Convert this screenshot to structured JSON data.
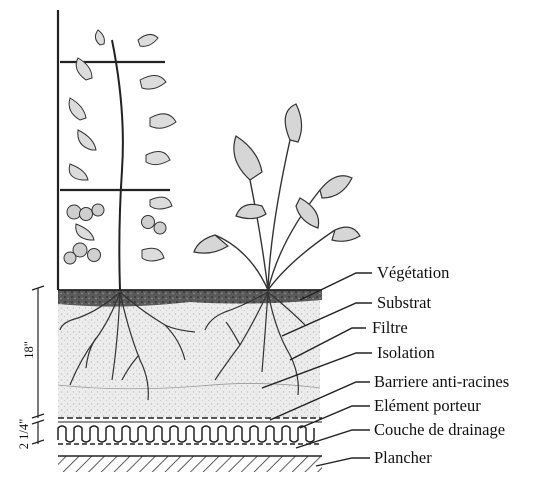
{
  "labels": {
    "vegetation": "Végétation",
    "substrat": "Substrat",
    "filtre": "Filtre",
    "isolation": "Isolation",
    "barriere": "Barriere anti-racines",
    "element_porteur": "Elément porteur",
    "drainage": "Couche de drainage",
    "plancher": "Plancher"
  },
  "dimensions": {
    "substrate_depth": "18\"",
    "drainage_depth": "2 1/4\""
  },
  "colors": {
    "ink": "#222222",
    "soil": "#3a3a3a",
    "substrate_fill": "#e6e6e6",
    "leaf_fill": "#d4d4d4"
  }
}
